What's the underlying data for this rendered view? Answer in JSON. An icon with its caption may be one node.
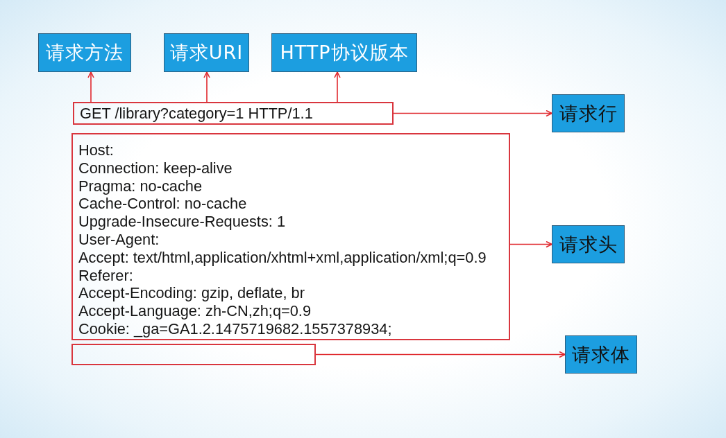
{
  "diagram": {
    "nodes": [
      {
        "text": [
          "请求方法"
        ]
      },
      {
        "text": [
          "请求URI"
        ]
      },
      {
        "text": [
          "HTTP协议版本"
        ]
      },
      {
        "text": [
          "GET /library?category=1 HTTP/1.1"
        ]
      },
      {
        "text": [
          "请求行"
        ]
      },
      {
        "text": [
          "Host:",
          "Connection: keep-alive",
          "Pragma: no-cache",
          "Cache-Control: no-cache",
          "Upgrade-Insecure-Requests: 1",
          "User-Agent:",
          "Accept: text/html,application/xhtml+xml,application/xml;q=0.9",
          "Referer:",
          "Accept-Encoding: gzip, deflate, br",
          "Accept-Language: zh-CN,zh;q=0.9",
          "Cookie: _ga=GA1.2.1475719682.1557378934;"
        ]
      },
      {
        "text": [
          "请求头"
        ]
      },
      {
        "text": [],
        "shape": "box"
      },
      {
        "text": [
          "请求体"
        ]
      }
    ],
    "edges": [
      {
        "from": 3,
        "to": 0,
        "arrow": "to"
      },
      {
        "from": 3,
        "to": 1,
        "arrow": "to"
      },
      {
        "from": 3,
        "to": 2,
        "arrow": "to"
      },
      {
        "from": 3,
        "to": 4,
        "arrow": "to"
      },
      {
        "from": 5,
        "to": 6,
        "arrow": "to"
      },
      {
        "from": 7,
        "to": 8,
        "arrow": "to"
      }
    ]
  }
}
